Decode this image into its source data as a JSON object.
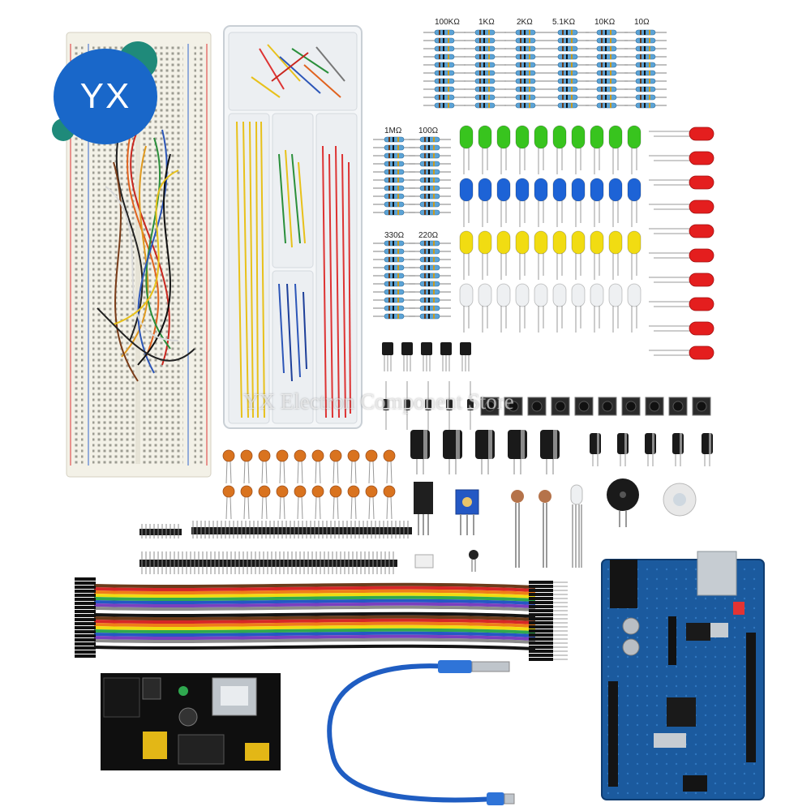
{
  "brand": {
    "logo_text": "YX",
    "watermark": "YX Electron Component Store",
    "accent": "#1967c9"
  },
  "resistor_labels_top": [
    "100KΩ",
    "1KΩ",
    "2KΩ",
    "5.1KΩ",
    "10KΩ",
    "10Ω"
  ],
  "resistor_labels_mid": [
    "1MΩ",
    "100Ω"
  ],
  "resistor_labels_low": [
    "330Ω",
    "220Ω"
  ],
  "led_colors": {
    "green": "#38c41e",
    "blue": "#1d63d6",
    "yellow": "#f1dc12",
    "white": "#eef0f2",
    "red": "#e41e1e"
  }
}
